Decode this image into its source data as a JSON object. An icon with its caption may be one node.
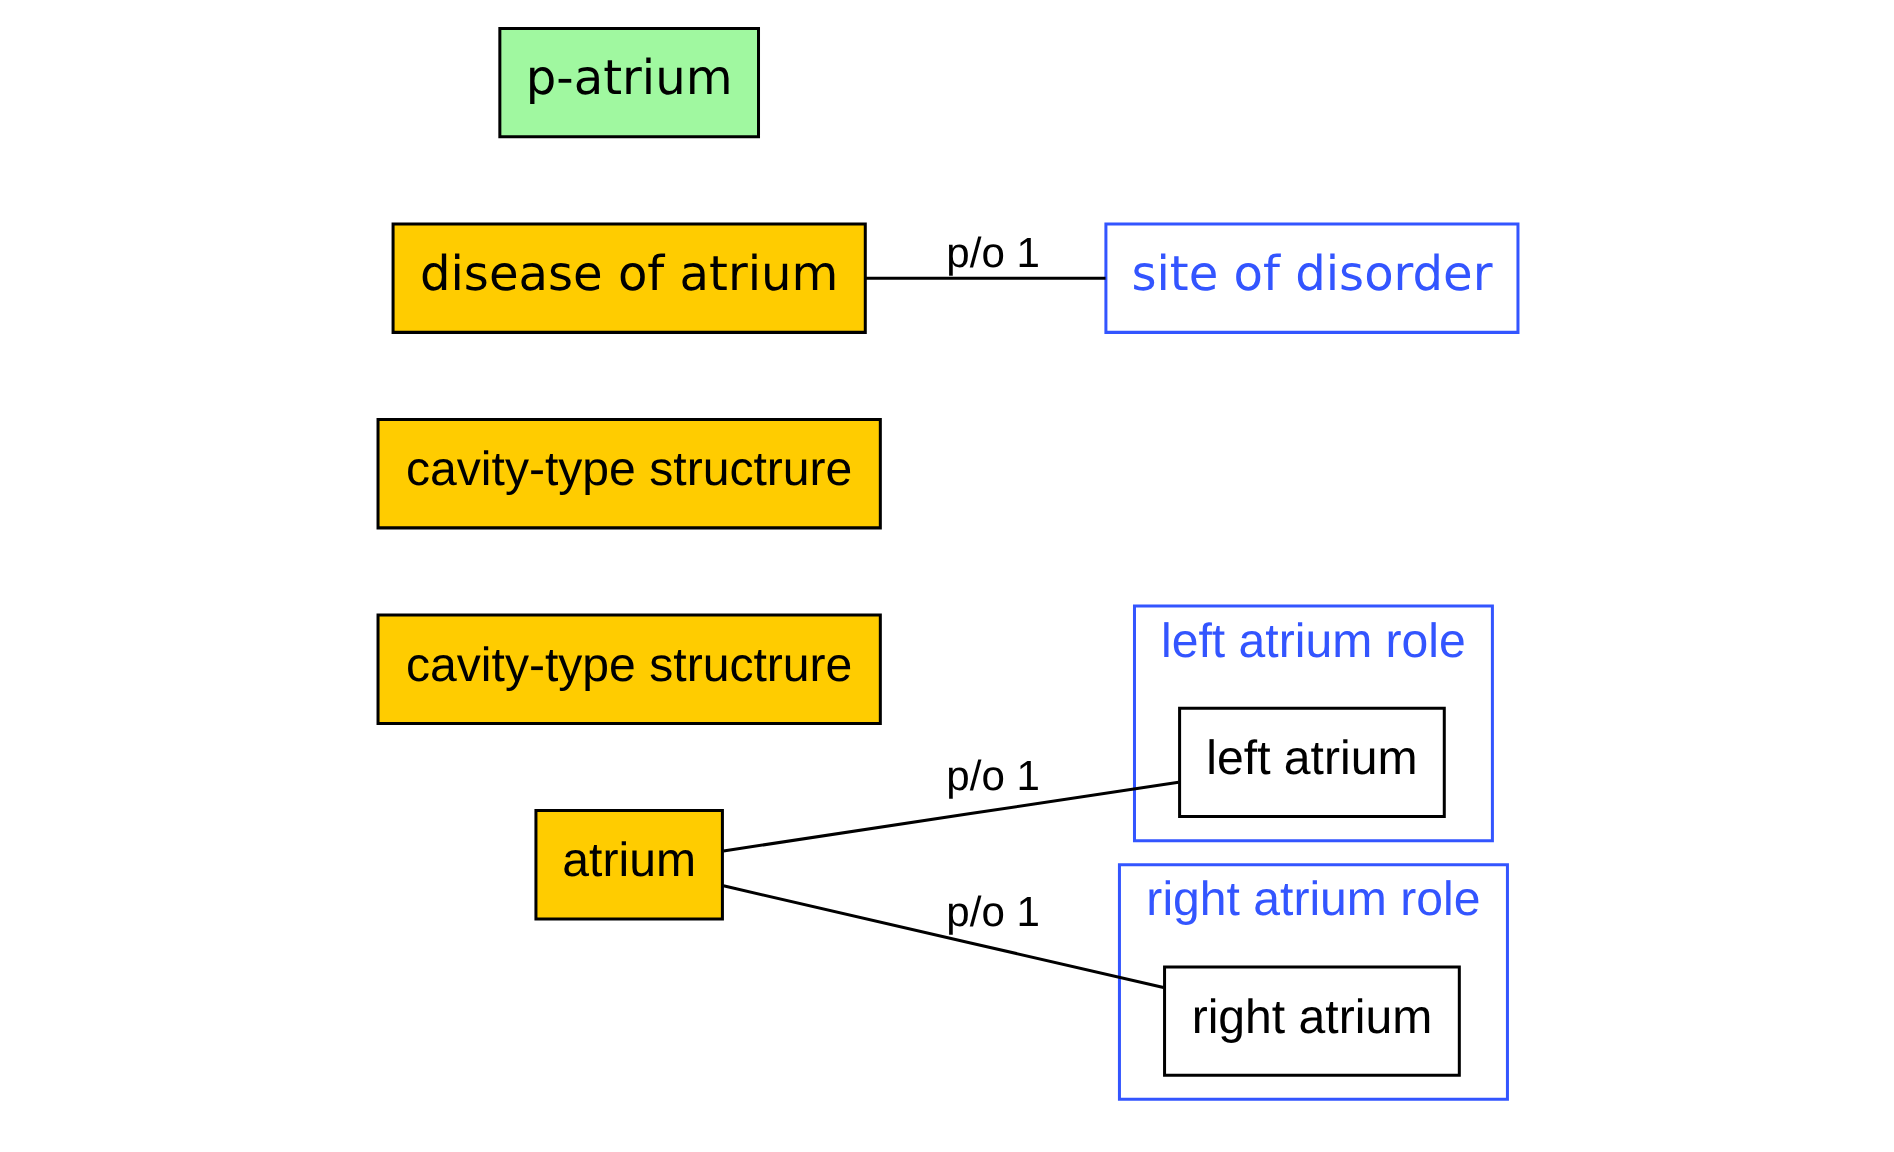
{
  "diagram": {
    "nodes": [
      {
        "text": [
          "atrium"
        ]
      },
      {
        "text": [
          "left atrium role"
        ]
      },
      {
        "text": [
          "left atrium"
        ],
        "in": 1
      },
      {
        "text": [
          "cavity-type structrure"
        ]
      },
      {
        "text": [
          "right atrium role"
        ]
      },
      {
        "text": [
          "right atrium"
        ],
        "in": 4
      },
      {
        "text": [
          "cavity-type structrure"
        ]
      },
      {
        "text": [
          "disease of atrium"
        ]
      },
      {
        "text": [
          "site of disorder"
        ]
      },
      {
        "text": [
          "p-atrium"
        ]
      }
    ],
    "edges": [
      {
        "from": 0,
        "to": 2,
        "arrow": "none",
        "label": "p/o 1"
      },
      {
        "from": 0,
        "to": 5,
        "arrow": "none",
        "label": "p/o 1"
      },
      {
        "from": 7,
        "to": 8,
        "arrow": "none",
        "label": "p/o 1"
      }
    ]
  }
}
